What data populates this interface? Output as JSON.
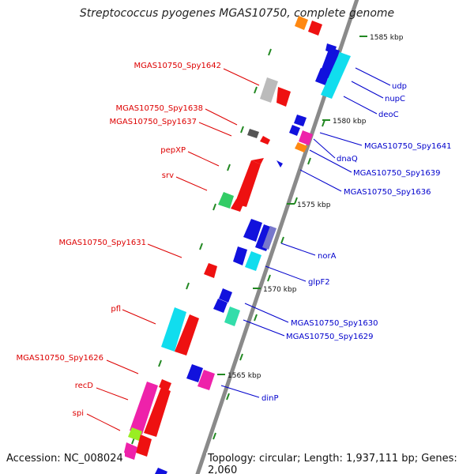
{
  "title": "Streptococcus pyogenes MGAS10750, complete genome",
  "footer": {
    "accession": "Accession: NC_008024",
    "topology": "Topology: circular; Length: 1,937,111 bp; Genes: 2,060"
  },
  "colors": {
    "backbone": "#8a8a8a",
    "left_label": "#dd0000",
    "right_label": "#0000cc",
    "tick": "#228822",
    "red": "#ee1111",
    "blue": "#1111dd",
    "cyan": "#11ddee",
    "magenta": "#ee22aa",
    "green": "#33cc66",
    "lime": "#99ee22",
    "gray": "#bbbbbb",
    "darkgray": "#555555",
    "orange": "#ff8811"
  },
  "kbp_labels": [
    "1585 kbp",
    "1580 kbp",
    "1575 kbp",
    "1570 kbp",
    "1565 kbp"
  ],
  "left_labels": [
    "MGAS10750_Spy1642",
    "MGAS10750_Spy1638",
    "MGAS10750_Spy1637",
    "pepXP",
    "srv",
    "MGAS10750_Spy1631",
    "pfl",
    "MGAS10750_Spy1626",
    "recD",
    "spi"
  ],
  "right_labels": [
    "udp",
    "nupC",
    "deoC",
    "MGAS10750_Spy1641",
    "dnaQ",
    "MGAS10750_Spy1639",
    "MGAS10750_Spy1636",
    "norA",
    "glpF2",
    "MGAS10750_Spy1630",
    "MGAS10750_Spy1629",
    "dinP"
  ]
}
